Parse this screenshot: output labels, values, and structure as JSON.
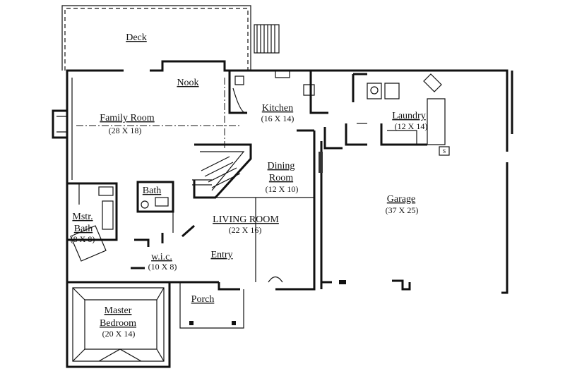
{
  "rooms": {
    "deck": {
      "name": "Deck"
    },
    "nook": {
      "name": "Nook"
    },
    "family_room": {
      "name": "Family Room",
      "dims": "(28 X 18)"
    },
    "kitchen": {
      "name": "Kitchen",
      "dims": "(16 X 14)"
    },
    "laundry": {
      "name": "Laundry",
      "dims": "(12 X 14)"
    },
    "dining_room": {
      "line1": "Dining",
      "line2": "Room",
      "dims": "(12 X 10)"
    },
    "garage": {
      "name": "Garage",
      "dims": "(37 X 25)"
    },
    "living_room": {
      "name": "LIVING ROOM",
      "dims": "(22 X 16)"
    },
    "bath": {
      "name": "Bath"
    },
    "mstr_bath": {
      "line1": "Mstr.",
      "line2": "Bath",
      "dims": "(8 X 8)"
    },
    "wic": {
      "name": "w.i.c.",
      "dims": "(10 X 8)"
    },
    "entry": {
      "name": "Entry"
    },
    "porch": {
      "name": "Porch"
    },
    "master_bedroom": {
      "line1": "Master",
      "line2": "Bedroom",
      "dims": "(20 X 14)"
    }
  },
  "markers": {
    "garage_tag": "S"
  }
}
